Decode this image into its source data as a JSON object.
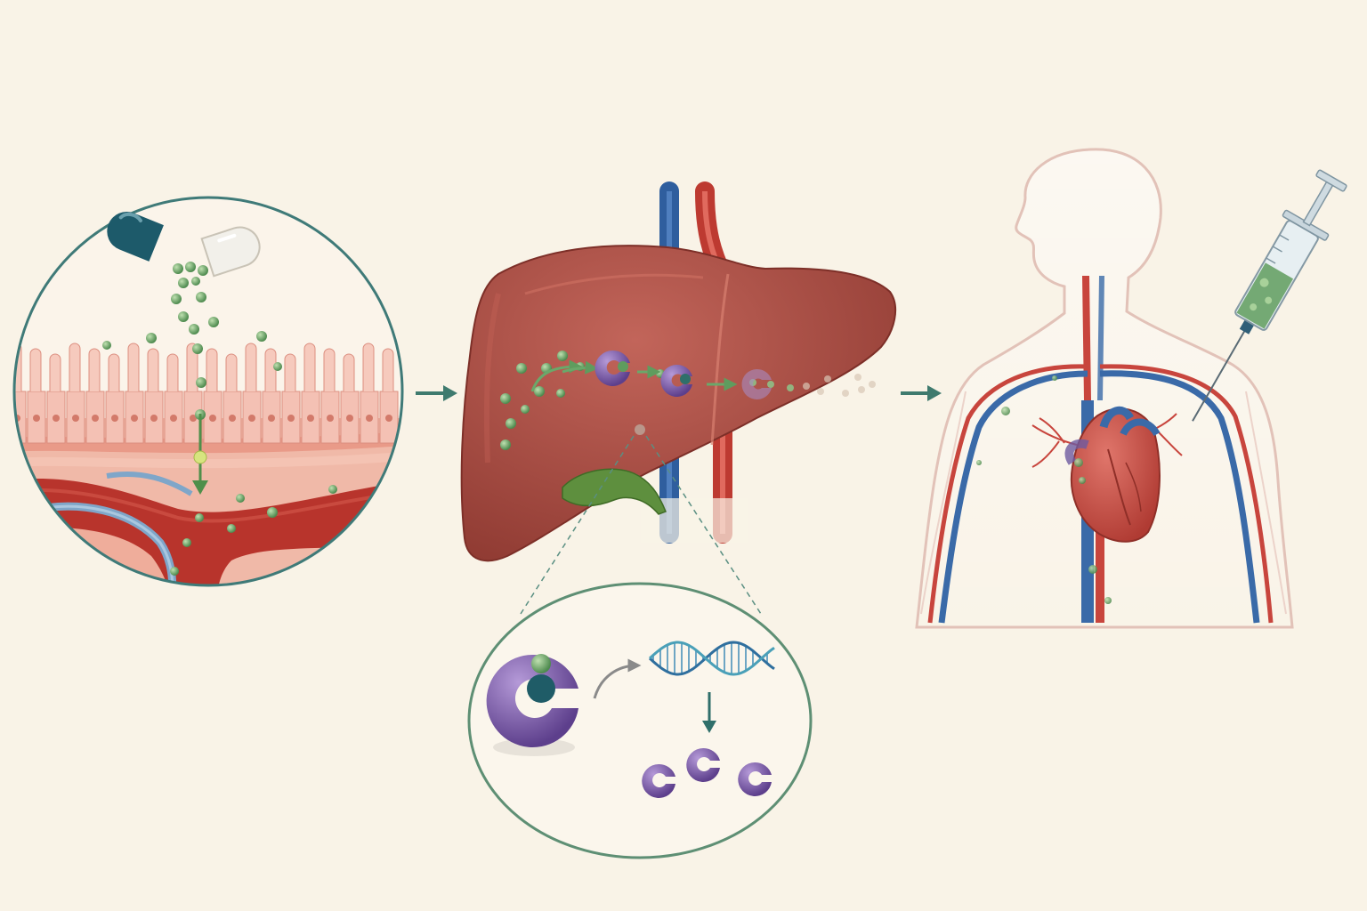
{
  "diagram": {
    "panels": [
      {
        "id": "absorption",
        "label": ""
      },
      {
        "id": "liver",
        "label": ""
      },
      {
        "id": "circulation",
        "label": ""
      }
    ],
    "colors": {
      "background": "#f9f3e7",
      "drug_particle": "#5f9c5e",
      "drug_particle_light": "#a6cf98",
      "arrow": "#3f7a6e",
      "enzyme": "#7a5aa6",
      "liver": "#a94d42",
      "artery": "#c8453d",
      "vein": "#3a6aa8",
      "gallbladder": "#5e8f3e",
      "capsule_dark": "#1d5a6a",
      "intestine": "#f0b3a6"
    },
    "icons": [
      "capsule-icon",
      "liver-icon",
      "enzyme-icon",
      "dna-icon",
      "heart-icon",
      "syringe-icon",
      "body-silhouette-icon"
    ]
  }
}
